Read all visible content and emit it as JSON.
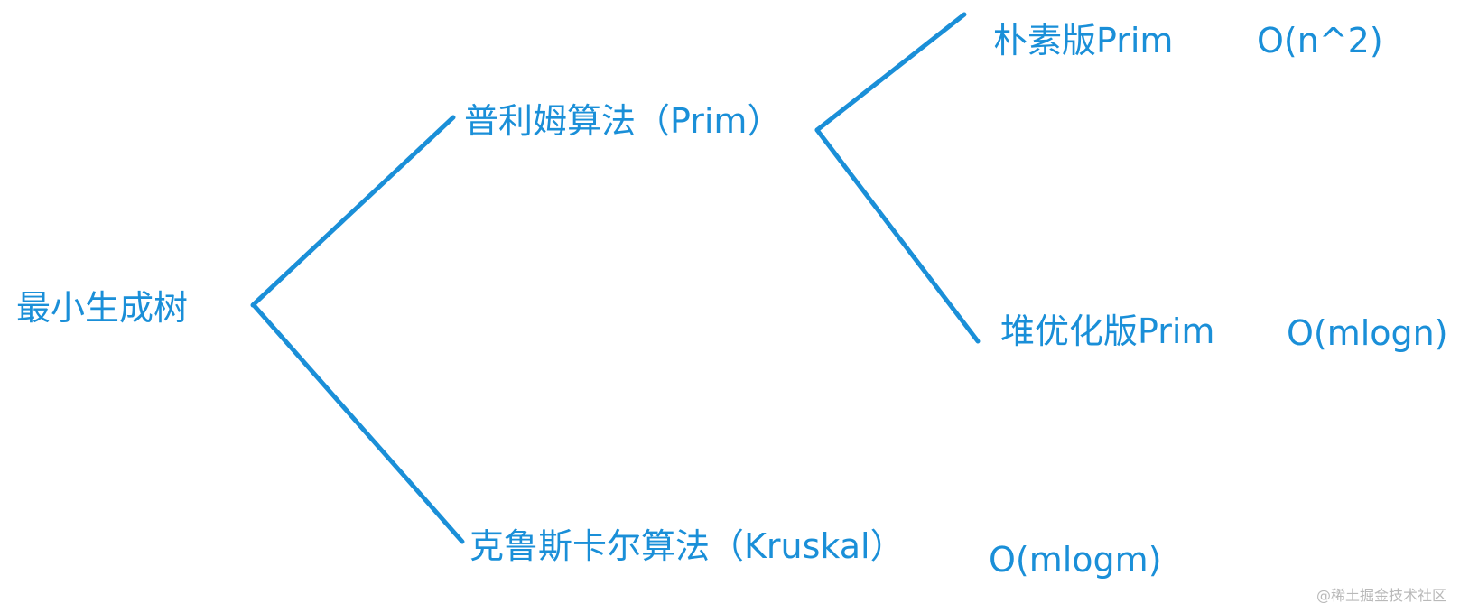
{
  "colors": {
    "line": "#1a8fd8",
    "text": "#1a8fd8",
    "watermark": "#b9b9b9"
  },
  "tree": {
    "root": "最小生成树",
    "prim": {
      "label": "普利姆算法（Prim）",
      "naive": {
        "label": "朴素版Prim",
        "complexity": "O(n^2)"
      },
      "heap": {
        "label": "堆优化版Prim",
        "complexity": "O(mlogn)"
      }
    },
    "kruskal": {
      "label": "克鲁斯卡尔算法（Kruskal）",
      "complexity": "O(mlogm)"
    }
  },
  "watermark": "@稀土掘金技术社区"
}
